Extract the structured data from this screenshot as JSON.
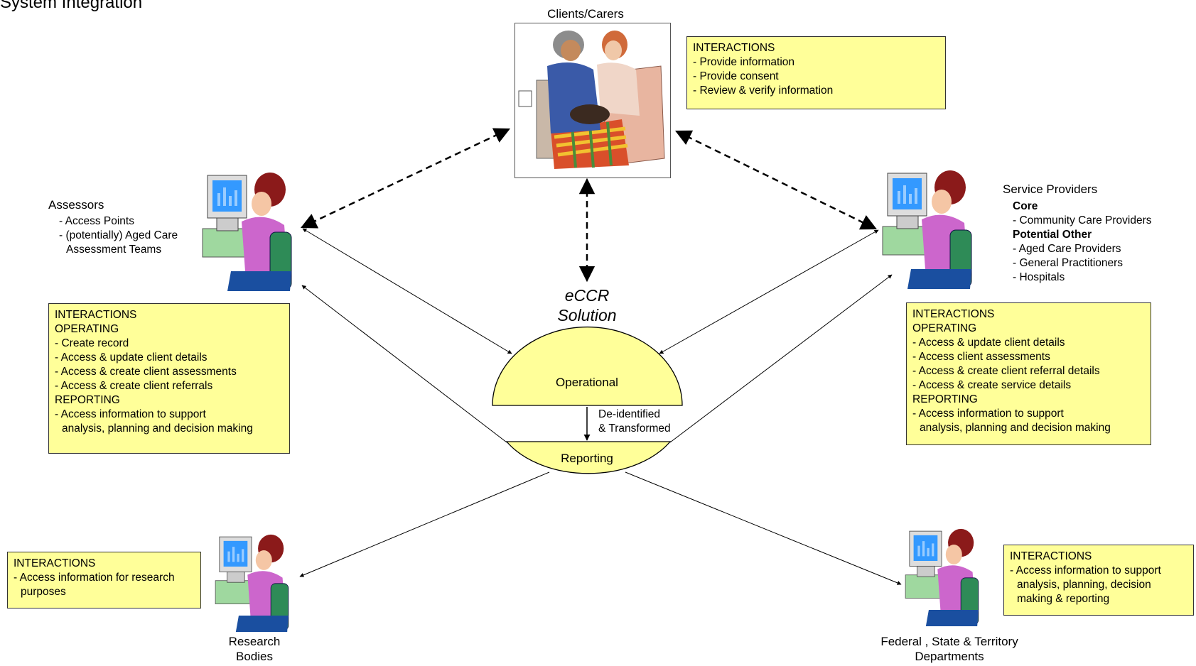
{
  "page_title": "System Integration",
  "clients": {
    "label": "Clients/Carers",
    "interactions": {
      "heading": "INTERACTIONS",
      "items": [
        "- Provide information",
        "- Provide consent",
        "- Review & verify information"
      ]
    }
  },
  "assessors": {
    "label": "Assessors",
    "sub": [
      "- Access Points",
      "- (potentially) Aged Care",
      "Assessment Teams"
    ],
    "interactions": {
      "heading": "INTERACTIONS",
      "operating": "OPERATING",
      "operating_items": [
        "- Create record",
        "- Access  & update client details",
        "- Access  & create client assessments",
        "- Access  & create client referrals"
      ],
      "reporting": "REPORTING",
      "reporting_items": [
        "- Access information to support",
        "analysis, planning and decision making"
      ]
    }
  },
  "providers": {
    "label": "Service Providers",
    "core": "Core",
    "core_items": [
      "- Community Care Providers"
    ],
    "potential": "Potential Other",
    "potential_items": [
      "- Aged Care Providers",
      "- General Practitioners",
      "- Hospitals"
    ],
    "interactions": {
      "heading": "INTERACTIONS",
      "operating": "OPERATING",
      "operating_items": [
        "- Access  & update client details",
        "- Access client assessments",
        "- Access  & create client referral details",
        "- Access  & create service details"
      ],
      "reporting": "REPORTING",
      "reporting_items": [
        "- Access information to support",
        "analysis, planning and decision making"
      ]
    }
  },
  "eccr": {
    "title_line1": "eCCR",
    "title_line2": "Solution",
    "operational": "Operational",
    "reporting": "Reporting",
    "transform_line1": "De-identified",
    "transform_line2": "& Transformed"
  },
  "research": {
    "label_line1": "Research",
    "label_line2": "Bodies",
    "interactions": {
      "heading": "INTERACTIONS",
      "items": [
        "- Access information for research",
        "purposes"
      ]
    }
  },
  "departments": {
    "label_line1": "Federal , State & Territory",
    "label_line2": "Departments",
    "interactions": {
      "heading": "INTERACTIONS",
      "items": [
        "- Access information to support",
        "analysis, planning, decision",
        "making &  reporting"
      ]
    }
  },
  "colors": {
    "box_fill": "#ffff99",
    "dome_fill": "#ffff99",
    "person_top": "#cc66cc",
    "person_hair": "#8b1a1a",
    "monitor_screen": "#3399ff",
    "chair": "#2e8b57"
  },
  "icons": [
    "person-at-computer-icon",
    "clients-carers-photo"
  ]
}
